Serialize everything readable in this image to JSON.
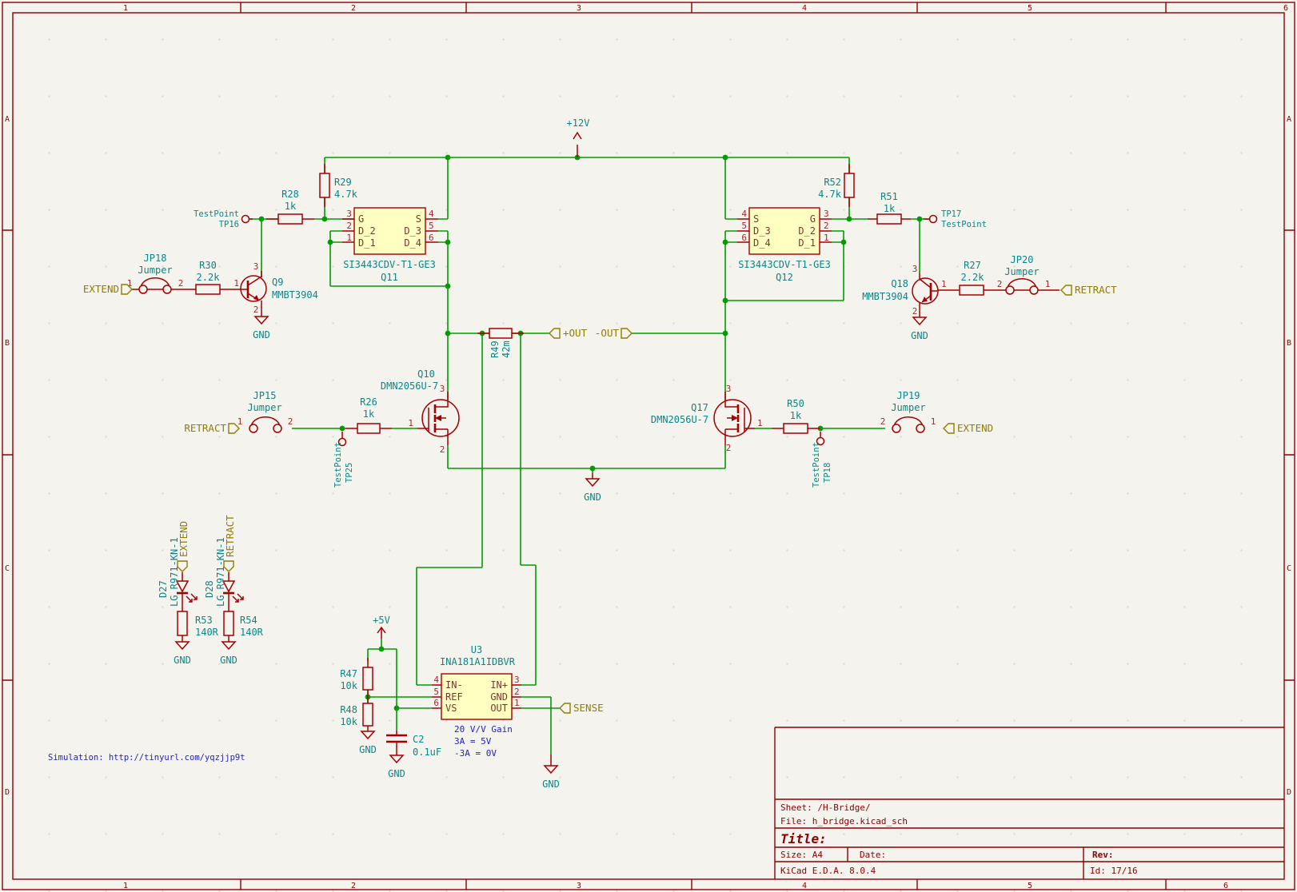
{
  "palette": {
    "background": "#F4F3EE",
    "wire_green": "#009C00",
    "symbol_red": "#A40000",
    "field_teal": "#0E8585",
    "hier_label_olive": "#8F7E00",
    "note_blue": "#2222C2",
    "title_dark_red": "#8B0000",
    "ic_fill_yellow": "#FFFFC2"
  },
  "border": {
    "columns": [
      "1",
      "2",
      "3",
      "4",
      "5",
      "6"
    ],
    "rows": [
      "A",
      "B",
      "C",
      "D"
    ]
  },
  "title_block": {
    "sheet": "Sheet: /H-Bridge/",
    "file": "File: h_bridge.kicad_sch",
    "title_label": "Title:",
    "size_label": "Size: A4",
    "date_label": "Date:",
    "rev_label": "Rev:",
    "app": "KiCad E.D.A. 8.0.4",
    "id": "Id: 17/16"
  },
  "power": {
    "p12": "+12V",
    "p5": "+5V",
    "gnd": "GND"
  },
  "nets": {
    "extend": "EXTEND",
    "retract": "RETRACT",
    "out_pos": "+OUT",
    "out_neg": "-OUT",
    "sense": "SENSE"
  },
  "notes": {
    "gain1": "20 V/V Gain",
    "gain2": "3A = 5V",
    "gain3": "-3A = 0V",
    "simulation": "Simulation: http://tinyurl.com/yqzjjp9t"
  },
  "pin_numbers": {
    "n1": "1",
    "n2": "2",
    "n3": "3",
    "n4": "4",
    "n5": "5",
    "n6": "6"
  },
  "components": {
    "r26": {
      "ref": "R26",
      "value": "1k"
    },
    "r27": {
      "ref": "R27",
      "value": "2.2k"
    },
    "r28": {
      "ref": "R28",
      "value": "1k"
    },
    "r29": {
      "ref": "R29",
      "value": "4.7k"
    },
    "r30": {
      "ref": "R30",
      "value": "2.2k"
    },
    "r47": {
      "ref": "R47",
      "value": "10k"
    },
    "r48": {
      "ref": "R48",
      "value": "10k"
    },
    "r49": {
      "ref": "R49",
      "value": "42m"
    },
    "r50": {
      "ref": "R50",
      "value": "1k"
    },
    "r51": {
      "ref": "R51",
      "value": "1k"
    },
    "r52": {
      "ref": "R52",
      "value": "4.7k"
    },
    "r53": {
      "ref": "R53",
      "value": "140R"
    },
    "r54": {
      "ref": "R54",
      "value": "140R"
    },
    "c2": {
      "ref": "C2",
      "value": "0.1uF"
    },
    "q9": {
      "ref": "Q9",
      "value": "MMBT3904"
    },
    "q18": {
      "ref": "Q18",
      "value": "MMBT3904"
    },
    "q10": {
      "ref": "Q10",
      "value": "DMN2056U-7"
    },
    "q17": {
      "ref": "Q17",
      "value": "DMN2056U-7"
    },
    "q11": {
      "ref": "Q11",
      "value": "SI3443CDV-T1-GE3",
      "pins": {
        "g": "G",
        "d1": "D_1",
        "d2": "D_2",
        "d3": "D_3",
        "d4": "D_4",
        "s": "S"
      }
    },
    "q12": {
      "ref": "Q12",
      "value": "SI3443CDV-T1-GE3"
    },
    "u3": {
      "ref": "U3",
      "value": "INA181A1IDBVR",
      "pins": {
        "in_minus": "IN-",
        "ref": "REF",
        "vs": "VS",
        "in_plus": "IN+",
        "gnd": "GND",
        "out": "OUT"
      }
    },
    "d27": {
      "ref": "D27",
      "value": "LG R971-KN-1"
    },
    "d28": {
      "ref": "D28",
      "value": "LG R971-KN-1"
    },
    "tp16": {
      "ref": "TP16",
      "value": "TestPoint"
    },
    "tp17": {
      "ref": "TP17",
      "value": "TestPoint"
    },
    "tp25": {
      "ref": "TP25",
      "value": "TestPoint"
    },
    "tp18": {
      "ref": "TP18",
      "value": "TestPoint"
    },
    "jp15": {
      "ref": "JP15",
      "value": "Jumper"
    },
    "jp18": {
      "ref": "JP18",
      "value": "Jumper"
    },
    "jp19": {
      "ref": "JP19",
      "value": "Jumper"
    },
    "jp20": {
      "ref": "JP20",
      "value": "Jumper"
    }
  }
}
